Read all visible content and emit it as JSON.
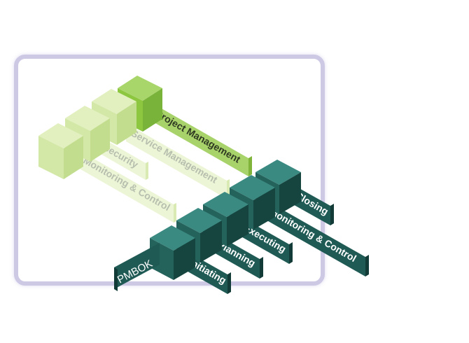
{
  "top_group": {
    "labels": [
      "Monitoring & Control",
      "Security",
      "Service Management",
      "Project Management"
    ]
  },
  "bottom_group": {
    "base_label": "PMBOK",
    "labels": [
      "Initiating",
      "Planning",
      "Executing",
      "Monitoring & Control",
      "Closing"
    ]
  },
  "colors": {
    "frame": "#cdc8e4",
    "green_light": "#dcecb4",
    "green_mid": "#c6e08a",
    "green_dark": "#8dc63f",
    "teal_top": "#2f7a73",
    "teal_side": "#1d5853",
    "teal_label": "#1f5a55"
  }
}
